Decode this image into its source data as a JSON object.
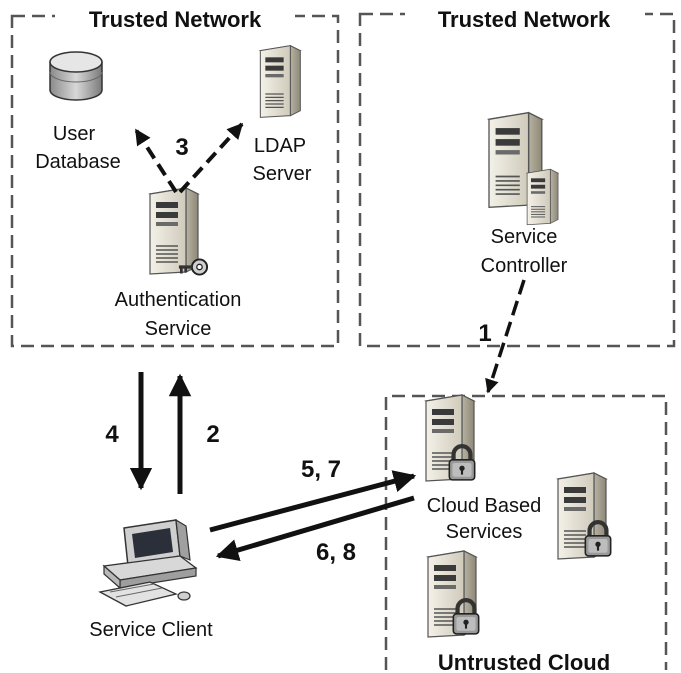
{
  "zones": {
    "trusted_left": "Trusted Network",
    "trusted_right": "Trusted Network",
    "untrusted": "Untrusted Cloud"
  },
  "nodes": {
    "user_database": [
      "User",
      "Database"
    ],
    "ldap_server": [
      "LDAP",
      "Server"
    ],
    "authentication_service": [
      "Authentication",
      "Service"
    ],
    "service_controller": [
      "Service",
      "Controller"
    ],
    "cloud_based_services": [
      "Cloud Based",
      "Services"
    ],
    "service_client": "Service Client"
  },
  "steps": {
    "s1": "1",
    "s2": "2",
    "s3": "3",
    "s4": "4",
    "s57": "5, 7",
    "s68": "6, 8"
  },
  "icons": {
    "database": "database-icon",
    "server": "server-icon",
    "key": "key-icon",
    "lock": "padlock-icon",
    "client": "desktop-computer-icon"
  },
  "colors": {
    "zone_border": "#555555",
    "arrow": "#111111",
    "server_body": "#e8e4d8"
  }
}
